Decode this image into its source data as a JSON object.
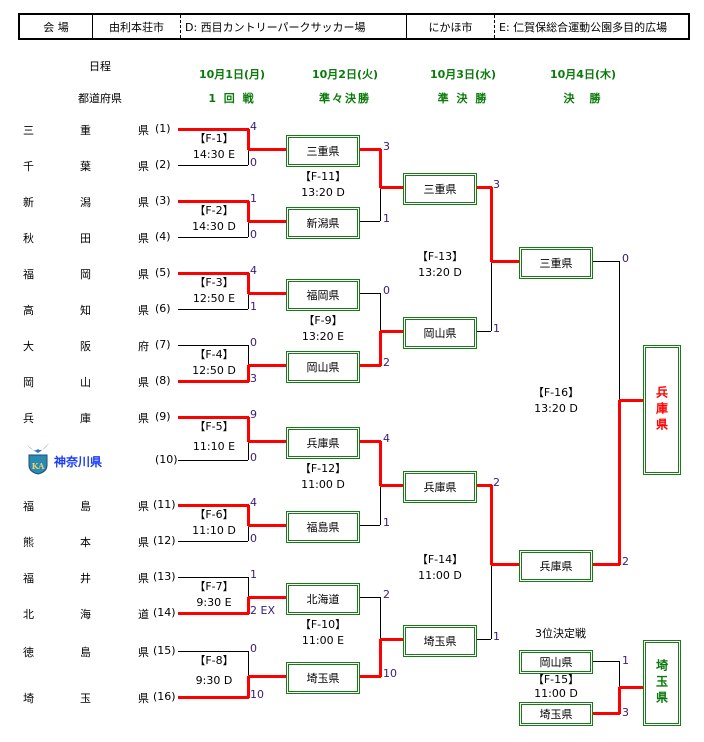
{
  "venue": {
    "label": "会 場",
    "city1": "由利本荘市",
    "venue1": "D: 西目カントリーパークサッカー場",
    "city2": "にかほ市",
    "venue2": "E: 仁賀保総合運動公園多目的広場"
  },
  "headers": {
    "schedule_label": "日程",
    "prefecture_label": "都道府県",
    "columns": [
      {
        "date": "10月1日(月)",
        "round": "1 回 戦"
      },
      {
        "date": "10月2日(火)",
        "round": "準々決勝"
      },
      {
        "date": "10月3日(水)",
        "round": "準 決 勝"
      },
      {
        "date": "10月4日(木)",
        "round": "決　勝"
      }
    ]
  },
  "teams": [
    {
      "c1": "三",
      "c2": "重",
      "c3": "県",
      "seed": "(1)"
    },
    {
      "c1": "千",
      "c2": "葉",
      "c3": "県",
      "seed": "(2)"
    },
    {
      "c1": "新",
      "c2": "潟",
      "c3": "県",
      "seed": "(3)"
    },
    {
      "c1": "秋",
      "c2": "田",
      "c3": "県",
      "seed": "(4)"
    },
    {
      "c1": "福",
      "c2": "岡",
      "c3": "県",
      "seed": "(5)"
    },
    {
      "c1": "高",
      "c2": "知",
      "c3": "県",
      "seed": "(6)"
    },
    {
      "c1": "大",
      "c2": "阪",
      "c3": "府",
      "seed": "(7)"
    },
    {
      "c1": "岡",
      "c2": "山",
      "c3": "県",
      "seed": "(8)"
    },
    {
      "c1": "兵",
      "c2": "庫",
      "c3": "県",
      "seed": "(9)"
    },
    {
      "c1": "",
      "c2": "",
      "c3": "",
      "seed": "(10)",
      "logo_text": "神奈川県",
      "logo_icon": "kanagawa-emblem"
    },
    {
      "c1": "福",
      "c2": "島",
      "c3": "県",
      "seed": "(11)"
    },
    {
      "c1": "熊",
      "c2": "本",
      "c3": "県",
      "seed": "(12)"
    },
    {
      "c1": "福",
      "c2": "井",
      "c3": "県",
      "seed": "(13)"
    },
    {
      "c1": "北",
      "c2": "海",
      "c3": "道",
      "seed": "(14)"
    },
    {
      "c1": "徳",
      "c2": "島",
      "c3": "県",
      "seed": "(15)"
    },
    {
      "c1": "埼",
      "c2": "玉",
      "c3": "県",
      "seed": "(16)"
    }
  ],
  "round1": [
    {
      "id": "【F-1】",
      "time": "14:30 E",
      "s1": "4",
      "s2": "0"
    },
    {
      "id": "【F-2】",
      "time": "14:30 D",
      "s1": "1",
      "s2": "0"
    },
    {
      "id": "【F-3】",
      "time": "12:50 E",
      "s1": "4",
      "s2": "1"
    },
    {
      "id": "【F-4】",
      "time": "12:50 D",
      "s1": "0",
      "s2": "3"
    },
    {
      "id": "【F-5】",
      "time": "11:10 E",
      "s1": "9",
      "s2": "0"
    },
    {
      "id": "【F-6】",
      "time": "11:10 D",
      "s1": "4",
      "s2": "0"
    },
    {
      "id": "【F-7】",
      "time": "9:30 E",
      "s1": "1",
      "s2": "2 EX"
    },
    {
      "id": "【F-8】",
      "time": "9:30 D",
      "s1": "0",
      "s2": "10"
    }
  ],
  "quarterfinals": {
    "teams": [
      "三重県",
      "新潟県",
      "福岡県",
      "岡山県",
      "兵庫県",
      "福島県",
      "北海道",
      "埼玉県"
    ],
    "matches": [
      {
        "id": "【F-11】",
        "time": "13:20 D",
        "s1": "3",
        "s2": "1"
      },
      {
        "id": "【F-9】",
        "time": "13:20 E",
        "s1": "0",
        "s2": "2"
      },
      {
        "id": "【F-12】",
        "time": "11:00 D",
        "s1": "4",
        "s2": "1"
      },
      {
        "id": "【F-10】",
        "time": "11:00 E",
        "s1": "2",
        "s2": "10"
      }
    ]
  },
  "semifinals": {
    "teams": [
      "三重県",
      "岡山県",
      "兵庫県",
      "埼玉県"
    ],
    "matches": [
      {
        "id": "【F-13】",
        "time": "13:20 D",
        "s1": "3",
        "s2": "1"
      },
      {
        "id": "【F-14】",
        "time": "11:00 D",
        "s1": "2",
        "s2": "1"
      }
    ]
  },
  "final": {
    "teams": [
      "三重県",
      "兵庫県"
    ],
    "id": "【F-16】",
    "time": "13:20 D",
    "s1": "0",
    "s2": "2",
    "champion": "兵庫県"
  },
  "third_place": {
    "title": "3位決定戦",
    "teams": [
      "岡山県",
      "埼玉県"
    ],
    "id": "【F-15】",
    "time": "11:00 D",
    "s1": "1",
    "s2": "3",
    "winner": "埼玉県"
  },
  "colors": {
    "winner_line": "#ff0000",
    "box_border": "#1a7a1a",
    "header_green": "#0a7a0a",
    "champion_text": "#ff0000",
    "third_text": "#0a7a0a",
    "score_text": "#3a1a7a",
    "logo_text": "#1a3cff"
  }
}
